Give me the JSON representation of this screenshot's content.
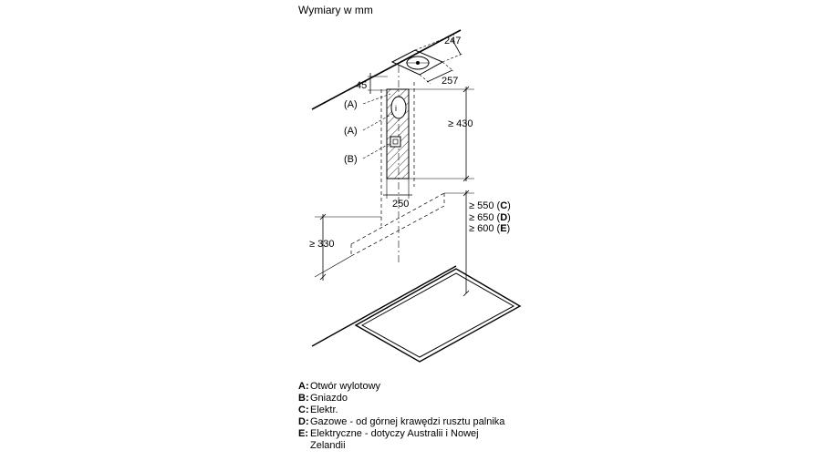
{
  "title": "Wymiary w mm",
  "dimensions": {
    "width_top": "247",
    "depth_top": "257",
    "ceiling_offset": "45",
    "chimney_width": "250",
    "min_height_chimney": "≥ 430",
    "min_height_c": "≥ 550",
    "min_height_d": "≥ 650",
    "min_height_e": "≥ 600",
    "min_height_left": "≥ 330"
  },
  "callouts": {
    "c": "C",
    "d": "D",
    "e": "E",
    "a1": "(A)",
    "a2": "(A)",
    "b": "(B)"
  },
  "legend": [
    {
      "key": "A:",
      "text": "Otwór wylotowy"
    },
    {
      "key": "B:",
      "text": "Gniazdo"
    },
    {
      "key": "C:",
      "text": "Elektr."
    },
    {
      "key": "D:",
      "text": "Gazowe - od górnej krawędzi rusztu palnika"
    },
    {
      "key": "E:",
      "text": "Elektryczne - dotyczy Australii i Nowej Zelandii"
    }
  ]
}
